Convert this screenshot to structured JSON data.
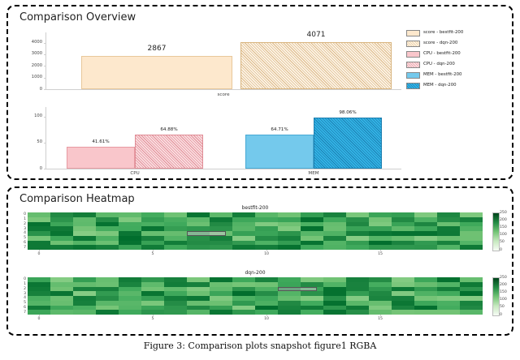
{
  "panels": {
    "overview_title": "Comparison Overview",
    "heatmap_title": "Comparison Heatmap"
  },
  "caption": "Figure 3: Comparison plots snapshot figure1 RGBA",
  "legend": {
    "items": [
      {
        "label": "score - bestfit-200",
        "color": "#fde8cd",
        "hatch": "none"
      },
      {
        "label": "score - dqn-200",
        "color": "#fdf3e3",
        "hatch": "diag"
      },
      {
        "label": "CPU - bestfit-200",
        "color": "#f9c6cb",
        "hatch": "none"
      },
      {
        "label": "CPU - dqn-200",
        "color": "#fbdfe2",
        "hatch": "diag"
      },
      {
        "label": "MEM - bestfit-200",
        "color": "#74c9ec",
        "hatch": "none"
      },
      {
        "label": "MEM - dqn-200",
        "color": "#33b5e8",
        "hatch": "diag"
      }
    ]
  },
  "chart_data": [
    {
      "type": "bar",
      "title": "score comparison",
      "categories": [
        "score"
      ],
      "xlabel": "score",
      "ylabel": "",
      "ylim": [
        0,
        4600
      ],
      "yticks": [
        0,
        1000,
        2000,
        3000,
        4000
      ],
      "grid": false,
      "series": [
        {
          "name": "score - bestfit-200",
          "values": [
            2867
          ],
          "label": "2867",
          "color": "#fde8cd",
          "hatch": "none"
        },
        {
          "name": "score - dqn-200",
          "values": [
            4071
          ],
          "label": "4071",
          "color": "#fdf3e3",
          "hatch": "diag"
        }
      ]
    },
    {
      "type": "bar",
      "title": "resource utilization comparison",
      "categories": [
        "CPU",
        "MEM"
      ],
      "xlabel": "",
      "ylabel": "",
      "ylim": [
        0,
        112
      ],
      "yticks": [
        0,
        50,
        100
      ],
      "grid": false,
      "series": [
        {
          "name": "bestfit-200",
          "values": [
            41.61,
            64.71
          ],
          "labels": [
            "41.61%",
            "64.71%"
          ],
          "colors": [
            "#f9c6cb",
            "#74c9ec"
          ],
          "hatch": "none"
        },
        {
          "name": "dqn-200",
          "values": [
            64.88,
            98.06
          ],
          "labels": [
            "64.88%",
            "98.06%"
          ],
          "colors": [
            "#fbdfe2",
            "#33b5e8"
          ],
          "hatch": "diag"
        }
      ]
    },
    {
      "type": "heatmap",
      "title": "bestfit-200",
      "xticks": [
        0,
        5,
        10,
        15
      ],
      "yticks": [
        0,
        1,
        2,
        3,
        4,
        5,
        6,
        7
      ],
      "colormap": "Greens",
      "vmin": 0,
      "vmax": 250,
      "cbar_ticks": [
        0,
        50,
        100,
        150,
        200,
        250
      ],
      "rows": 8,
      "cols": 20,
      "highlight_cell": {
        "row": 4,
        "col": 7
      }
    },
    {
      "type": "heatmap",
      "title": "dqn-200",
      "xticks": [
        0,
        5,
        10,
        15
      ],
      "yticks": [
        0,
        1,
        2,
        3,
        4,
        5,
        6,
        7
      ],
      "colormap": "Greens",
      "vmin": 0,
      "vmax": 250,
      "cbar_ticks": [
        0,
        50,
        100,
        150,
        200,
        250
      ],
      "rows": 8,
      "cols": 20,
      "highlight_cell": {
        "row": 2,
        "col": 11
      }
    }
  ],
  "colorbar": {
    "ticks": [
      "0",
      "50",
      "100",
      "150",
      "200",
      "250"
    ]
  }
}
